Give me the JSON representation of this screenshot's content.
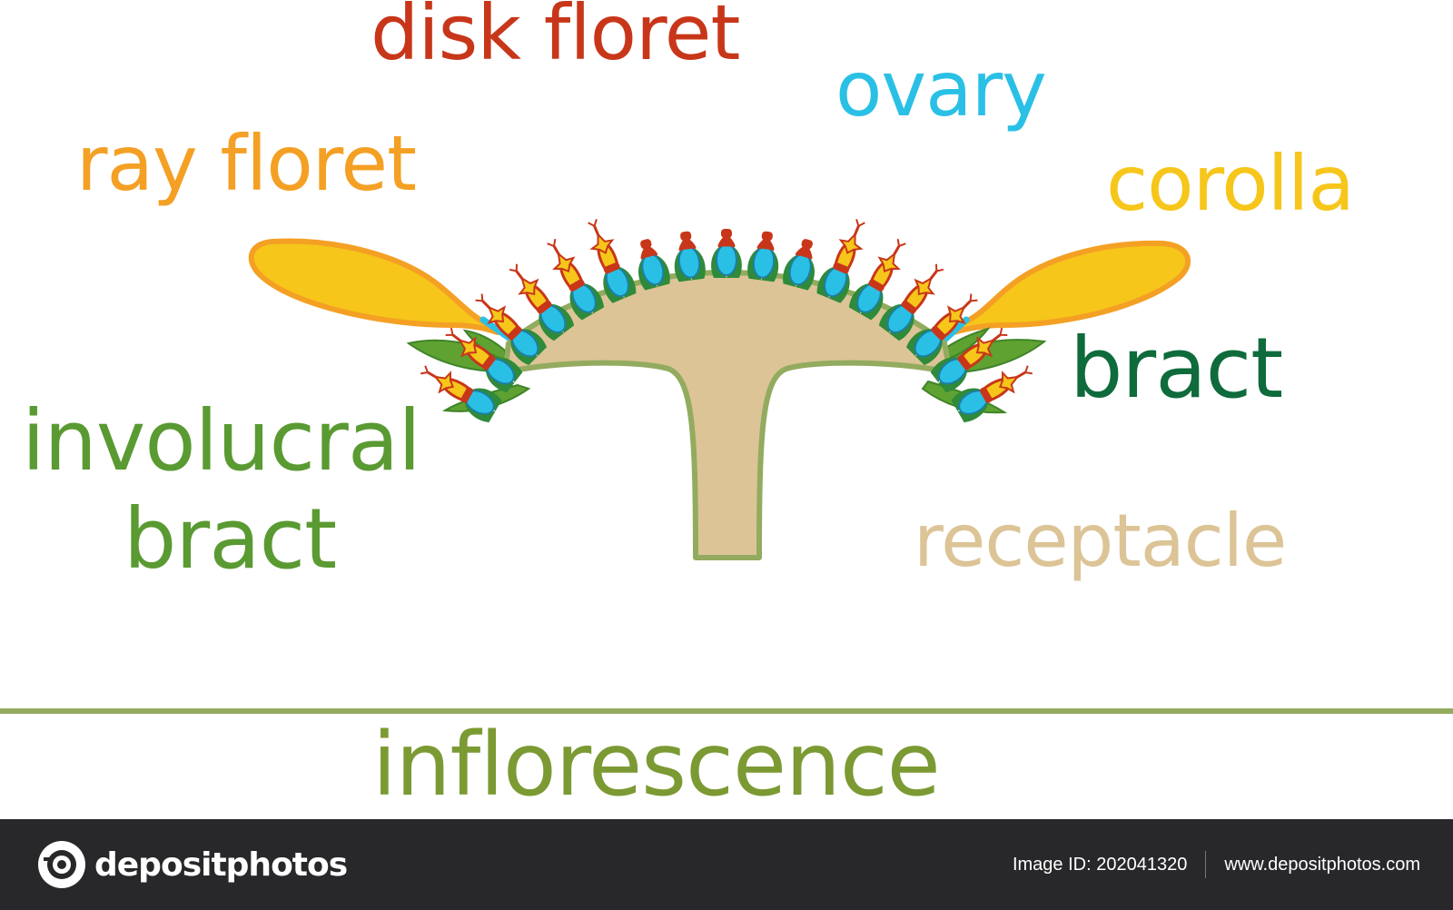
{
  "labels": {
    "disk_floret": "disk floret",
    "ovary": "ovary",
    "ray_floret": "ray floret",
    "corolla": "corolla",
    "bract": "bract",
    "involucral_line1": "involucral",
    "involucral_line2": "bract",
    "receptacle": "receptacle",
    "inflorescence": "inflorescence"
  },
  "footer": {
    "brand": "depositphotos",
    "image_id": "Image ID: 202041320",
    "url": "www.depositphotos.com"
  },
  "colors": {
    "disk_floret": "#c8361a",
    "ovary": "#2ac0e6",
    "ray_floret": "#f4a024",
    "corolla": "#f6c61a",
    "bract": "#0f6b3c",
    "involucral": "#5a9a32",
    "receptacle": "#dcc496",
    "inflorescence": "#7b9a33",
    "divider": "#93ab5f",
    "footer_bg": "#28272a"
  }
}
